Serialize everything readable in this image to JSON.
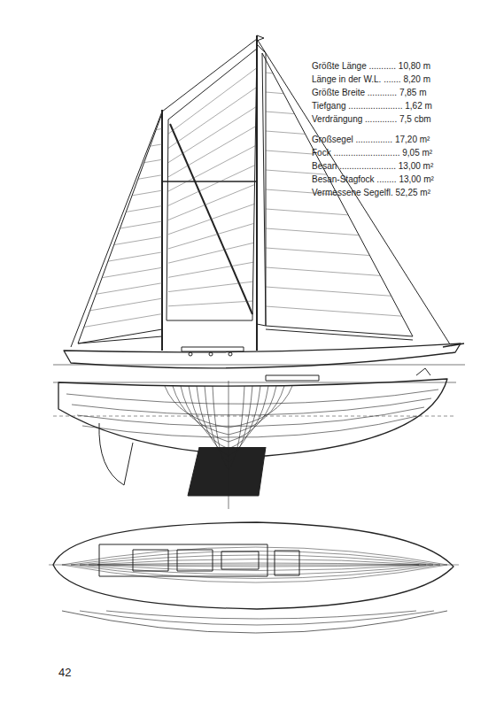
{
  "diagram": {
    "labels": [
      "Größte Länge ........... 10,80 m",
      "Länge in der W.L. ....... 8,20 m",
      "Größte Breite ............ 7,85 m",
      "Tiefgang ...................... 1,62 m",
      "Verdrängung ............. 7,5 cbm",
      "Großsegel ............... 17,20 m²",
      "Fock ........................... 9,05 m²",
      "Besan ....................... 13,00 m²",
      "Besan-Stagfock ........ 13,00 m²",
      "Vermessene Segelfl. 52,25 m²",
      "42"
    ]
  }
}
